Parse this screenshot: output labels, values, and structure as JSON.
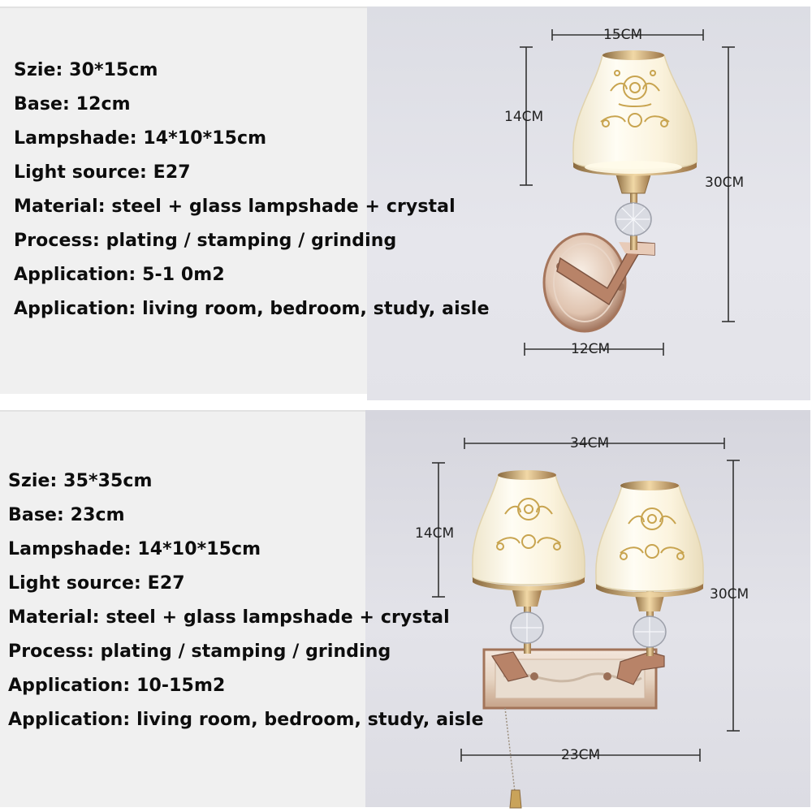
{
  "top": {
    "specs": [
      "Szie: 30*15cm",
      "Base: 12cm",
      "Lampshade: 14*10*15cm",
      "Light source: E27",
      "Material: steel + glass lampshade + crystal",
      "Process: plating / stamping / grinding",
      "Application: 5-1 0m2",
      "Application: living room, bedroom, study, aisle"
    ],
    "dims": {
      "width": "15CM",
      "shade_height": "14CM",
      "total_height": "30CM",
      "base": "12CM"
    }
  },
  "bottom": {
    "specs": [
      "Szie: 35*35cm",
      "Base: 23cm",
      "Lampshade: 14*10*15cm",
      "Light source: E27",
      "Material: steel + glass lampshade + crystal",
      "Process: plating / stamping / grinding",
      "Application: 10-15m2",
      "Application: living room, bedroom, study, aisle"
    ],
    "dims": {
      "width": "34CM",
      "shade_height": "14CM",
      "total_height": "30CM",
      "base": "23CM"
    }
  },
  "colors": {
    "gold": "#c9a35a",
    "rose_gold": "#b8866a",
    "glass": "#fbf6e6"
  }
}
